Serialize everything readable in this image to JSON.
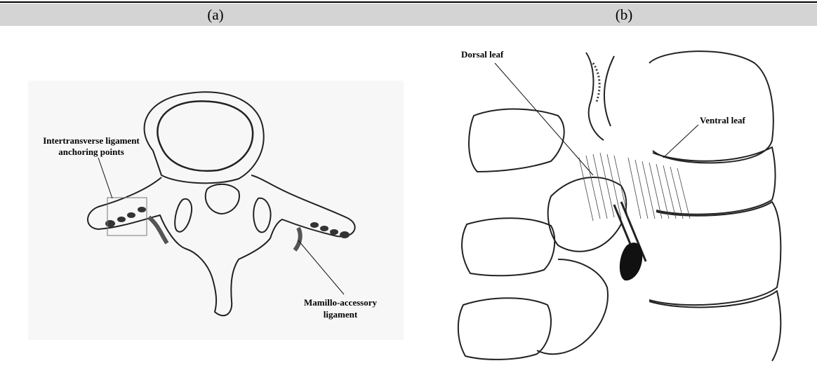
{
  "header": {
    "panel_a_label": "(a)",
    "panel_b_label": "(b)"
  },
  "panel_a": {
    "label_intertransverse_line1": "Intertransverse ligament",
    "label_intertransverse_line2": "anchoring points",
    "label_mamillo_line1": "Mamillo-accessory",
    "label_mamillo_line2": "ligament"
  },
  "panel_b": {
    "label_dorsal": "Dorsal leaf",
    "label_ventral": "Ventral leaf"
  }
}
